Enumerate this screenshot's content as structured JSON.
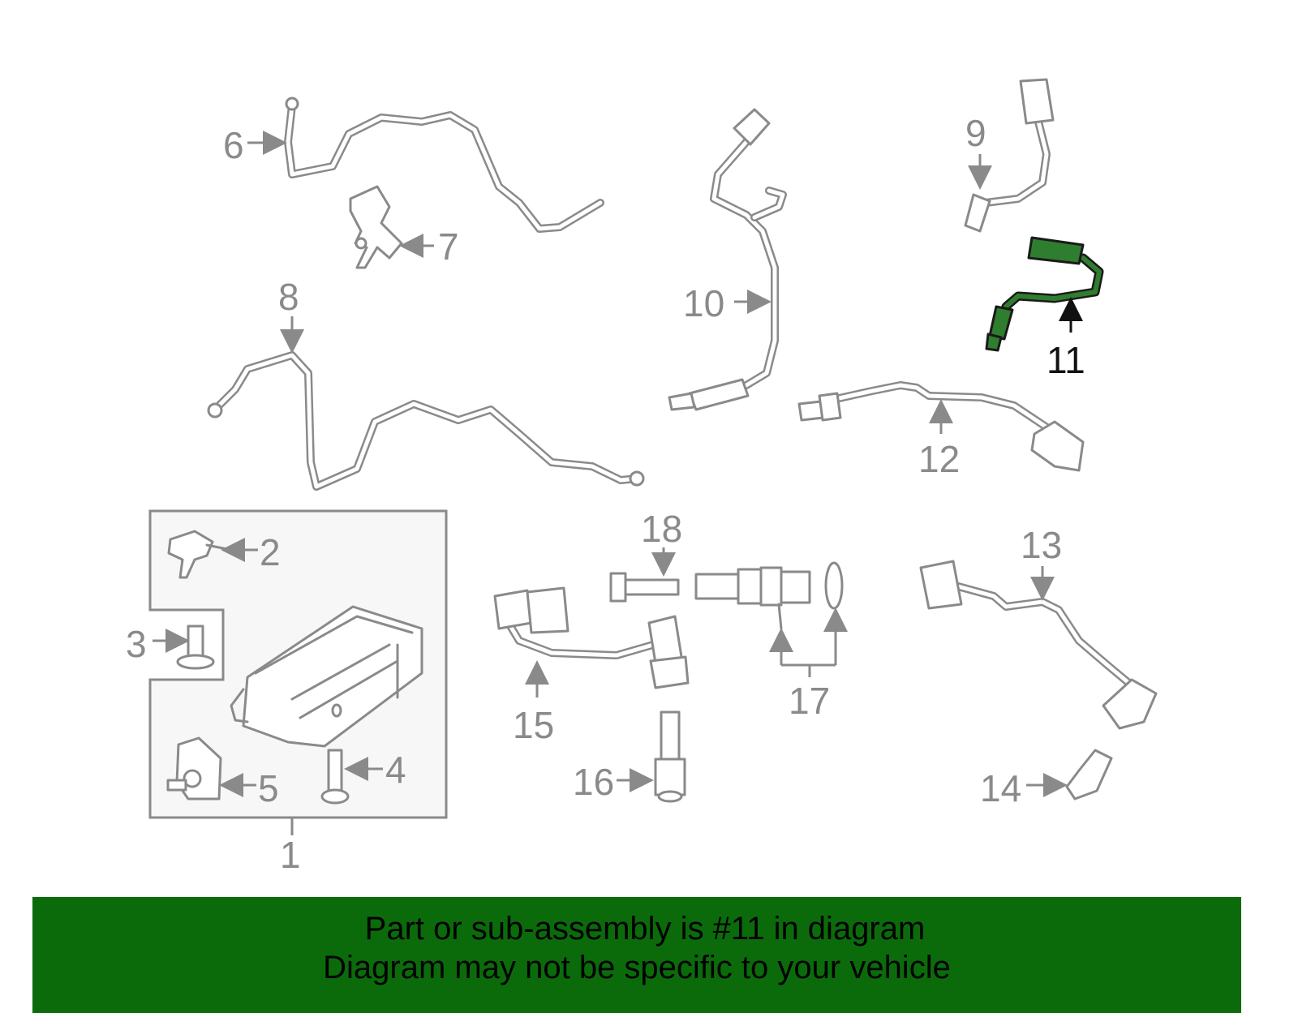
{
  "diagram": {
    "callouts": [
      "1",
      "2",
      "3",
      "4",
      "5",
      "6",
      "7",
      "8",
      "9",
      "10",
      "11",
      "12",
      "13",
      "14",
      "15",
      "16",
      "17",
      "18"
    ],
    "highlighted_callout": "11",
    "highlight_color": "#2f7d2f",
    "line_color": "#8a8a8a"
  },
  "banner": {
    "line1": "Part or sub-assembly is #11 in diagram",
    "line2": "Diagram may not be specific to your vehicle",
    "background": "#0b6b0b"
  }
}
